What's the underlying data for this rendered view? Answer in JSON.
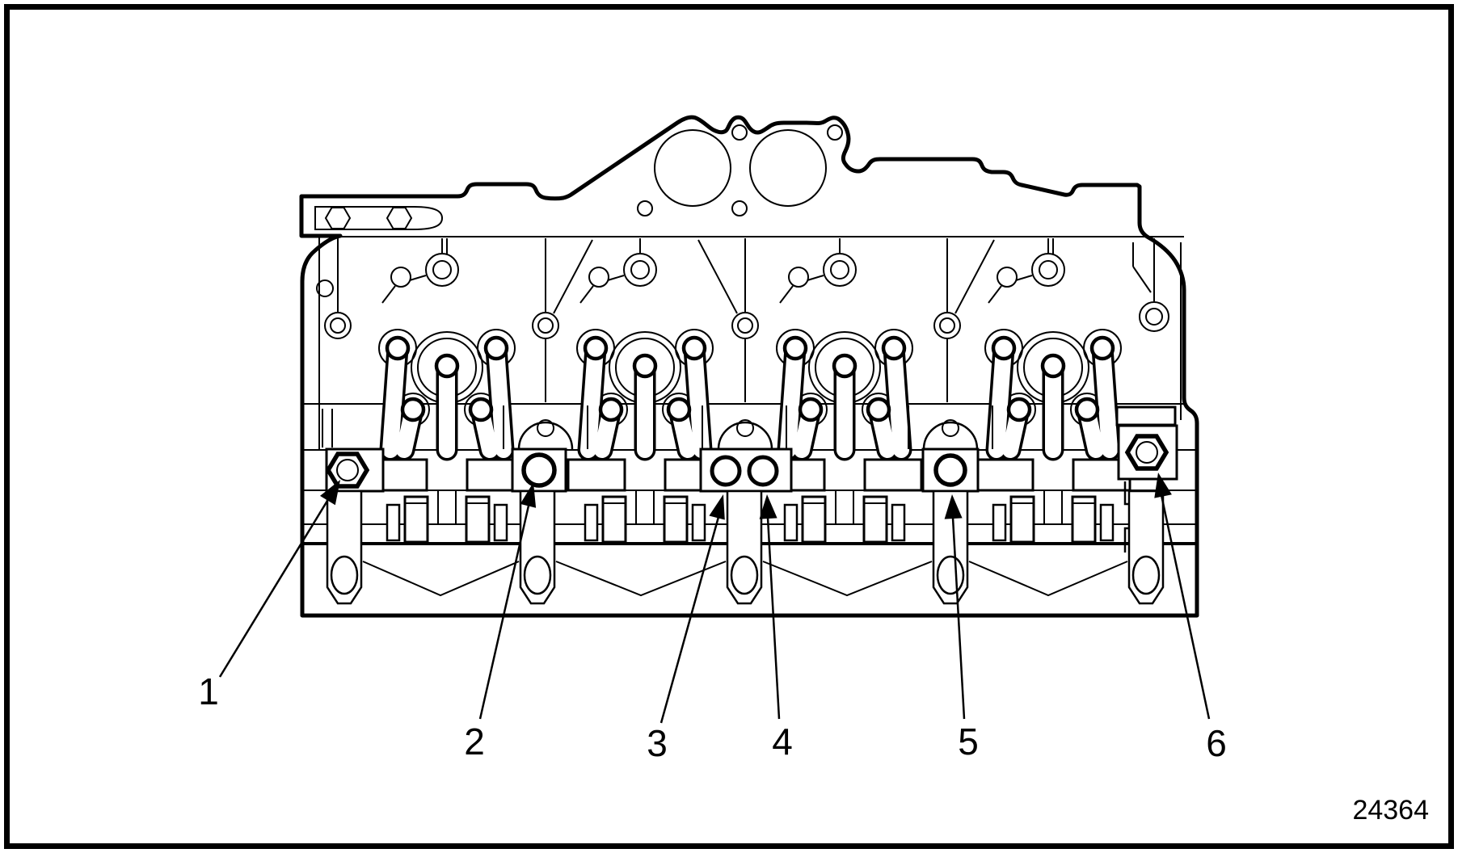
{
  "figure": {
    "number": "24364",
    "kind": "engine-cylinder-head-line-drawing"
  },
  "callouts": [
    {
      "label": "1",
      "target": "hex-head-bolt-left"
    },
    {
      "label": "2",
      "target": "round-plug-between-cyl-1-2"
    },
    {
      "label": "3",
      "target": "round-plug-center-left"
    },
    {
      "label": "4",
      "target": "round-plug-center-right"
    },
    {
      "label": "5",
      "target": "round-plug-between-cyl-3-4"
    },
    {
      "label": "6",
      "target": "hex-head-bolt-right"
    }
  ],
  "colors": {
    "ink": "#000000",
    "paper": "#ffffff"
  }
}
